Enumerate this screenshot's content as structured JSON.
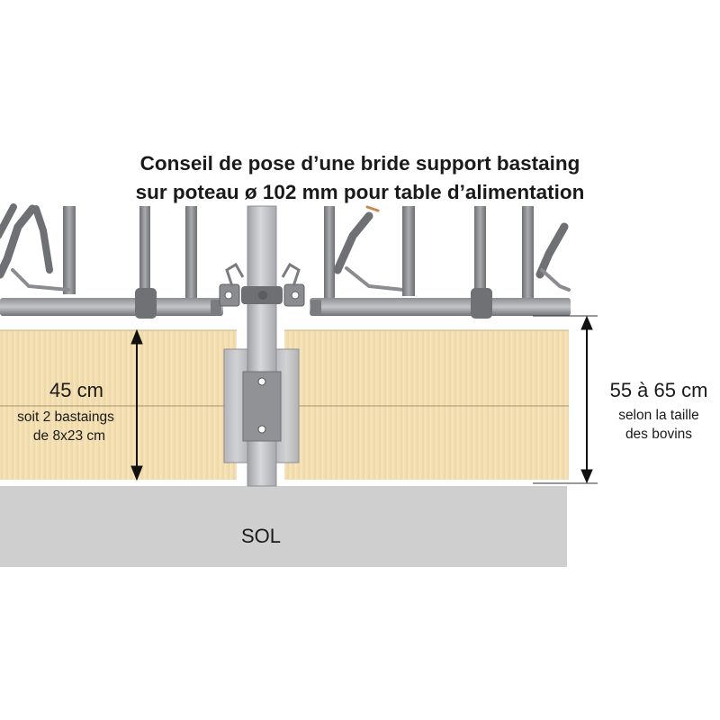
{
  "title": {
    "line1": "Conseil de pose d’une bride support bastaing",
    "line2": "sur poteau ø 102 mm pour table d’alimentation"
  },
  "left_dimension": {
    "value": "45 cm",
    "note_line1": "soit 2 bastaings",
    "note_line2": "de 8x23 cm"
  },
  "right_dimension": {
    "value": "55 à 65 cm",
    "note_line1": "selon la taille",
    "note_line2": "des bovins"
  },
  "ground_label": "SOL",
  "colors": {
    "wood": "#f3dfb2",
    "wood_line": "#a89570",
    "ground": "#cfcfd0",
    "metal_dark": "#7a7c80",
    "metal_light": "#c9cbce",
    "post": "#bfc1c4",
    "plate": "#9c9ea2"
  }
}
